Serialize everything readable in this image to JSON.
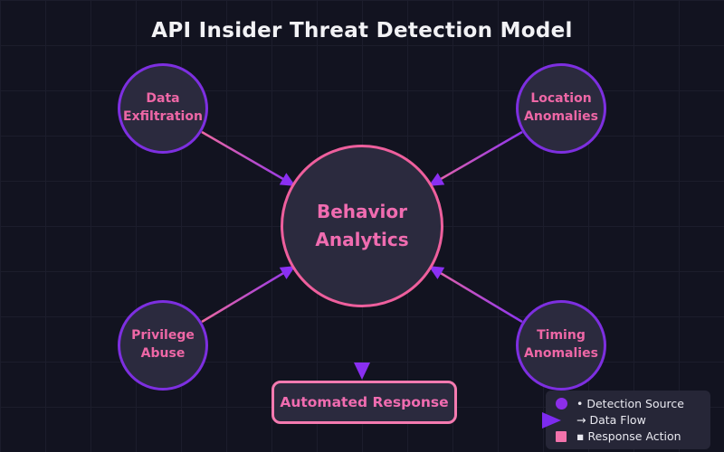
{
  "title": "API Insider Threat Detection Model",
  "nodes": {
    "center": {
      "line1": "Behavior",
      "line2": "Analytics"
    },
    "data_exfiltration": {
      "line1": "Data",
      "line2": "Exfiltration"
    },
    "location_anomalies": {
      "line1": "Location",
      "line2": "Anomalies"
    },
    "privilege_abuse": {
      "line1": "Privilege",
      "line2": "Abuse"
    },
    "timing_anomalies": {
      "line1": "Timing",
      "line2": "Anomalies"
    }
  },
  "response_box": {
    "label": "Automated Response"
  },
  "legend": {
    "items": [
      {
        "icon": "circle-marker",
        "label": "• Detection Source"
      },
      {
        "icon": "triangle-marker",
        "label": "→ Data Flow"
      },
      {
        "icon": "square-marker",
        "label": "▪ Response Action"
      }
    ]
  },
  "colors": {
    "background": "#121320",
    "grid_line": "#1c1d2c",
    "node_fill": "#2b2a3e",
    "source_border_purple": "#7d2fe0",
    "center_border_pink": "#ee5f9d",
    "node_text_pink": "#ef6cad",
    "arrow_pink": "#f06a9f",
    "arrow_purple": "#8a33f2",
    "response_border_pink": "#f47ab0",
    "legend_background": "#262637",
    "legend_text": "#e9e9f0",
    "title_text": "#f2f2f5"
  }
}
